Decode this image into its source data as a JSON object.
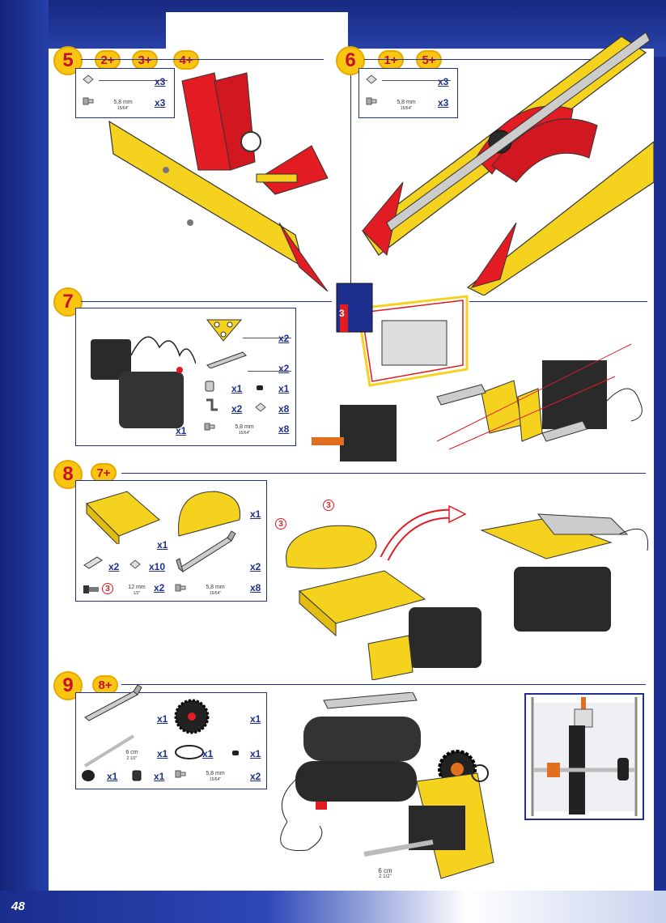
{
  "page_number": "48",
  "steps": [
    {
      "number": "5",
      "refs": [
        "2+",
        "3+",
        "4+"
      ],
      "parts": [
        {
          "icon": "square-nut-icon",
          "qty": "x3"
        },
        {
          "icon": "bolt-icon",
          "dim": "5,8 mm",
          "dim_sub": "15/64\"",
          "qty": "x3"
        }
      ]
    },
    {
      "number": "6",
      "refs": [
        "1+",
        "5+"
      ],
      "parts": [
        {
          "icon": "square-nut-icon",
          "qty": "x3"
        },
        {
          "icon": "bolt-icon",
          "dim": "5,8 mm",
          "dim_sub": "15/64\"",
          "qty": "x3"
        }
      ]
    },
    {
      "number": "7",
      "refs": [],
      "inset_book": "3",
      "parts": [
        {
          "icon": "triangle-plate-icon",
          "qty": "x2"
        },
        {
          "icon": "flat-strip-icon",
          "qty": "x2"
        },
        {
          "icon": "collar-icon",
          "qty": "x1"
        },
        {
          "icon": "grub-screw-icon",
          "qty": "x1"
        },
        {
          "icon": "bracket-icon",
          "qty": "x2"
        },
        {
          "icon": "square-nut-icon",
          "qty": "x8"
        },
        {
          "icon": "battery-motor-icon",
          "qty": "x1"
        },
        {
          "icon": "bolt-icon",
          "dim": "5,8 mm",
          "dim_sub": "15/64\"",
          "qty": "x8"
        }
      ]
    },
    {
      "number": "8",
      "refs": [
        "7+"
      ],
      "circled": "3",
      "parts": [
        {
          "icon": "flanged-plate-icon",
          "qty": "x1"
        },
        {
          "icon": "semicircle-plate-icon",
          "qty": "x1"
        },
        {
          "icon": "spacer-icon",
          "qty": "x2"
        },
        {
          "icon": "square-nut-icon",
          "qty": "x10"
        },
        {
          "icon": "double-bracket-icon",
          "qty": "x2"
        },
        {
          "icon": "long-bolt-icon",
          "dim": "12 mm",
          "dim_sub": "1/2\"",
          "qty": "x2"
        },
        {
          "icon": "bolt-icon",
          "dim": "5,8 mm",
          "dim_sub": "15/64\"",
          "qty": "x8"
        }
      ]
    },
    {
      "number": "9",
      "refs": [
        "8+"
      ],
      "parts": [
        {
          "icon": "double-bracket-icon",
          "qty": "x1"
        },
        {
          "icon": "gear-icon",
          "qty": "x1"
        },
        {
          "icon": "axle-icon",
          "dim": "6 cm",
          "dim_sub": "2 1/2\"",
          "qty": "x1"
        },
        {
          "icon": "band-icon",
          "qty": "x1"
        },
        {
          "icon": "grub-screw-icon",
          "qty": "x1"
        },
        {
          "icon": "wheel-icon",
          "qty": "x1"
        },
        {
          "icon": "collar-icon",
          "qty": "x1"
        },
        {
          "icon": "bolt-icon",
          "dim": "5,8 mm",
          "dim_sub": "15/64\"",
          "qty": "x2"
        }
      ],
      "axle_callout": {
        "dim": "6 cm",
        "dim_sub": "2 1/2\""
      }
    }
  ],
  "colors": {
    "badge": "#f9c510",
    "badge_text": "#c8102e",
    "frame": "#1d2f8f",
    "yellow": "#f4d21e",
    "red": "#e31b23",
    "black": "#2a2a2a"
  }
}
